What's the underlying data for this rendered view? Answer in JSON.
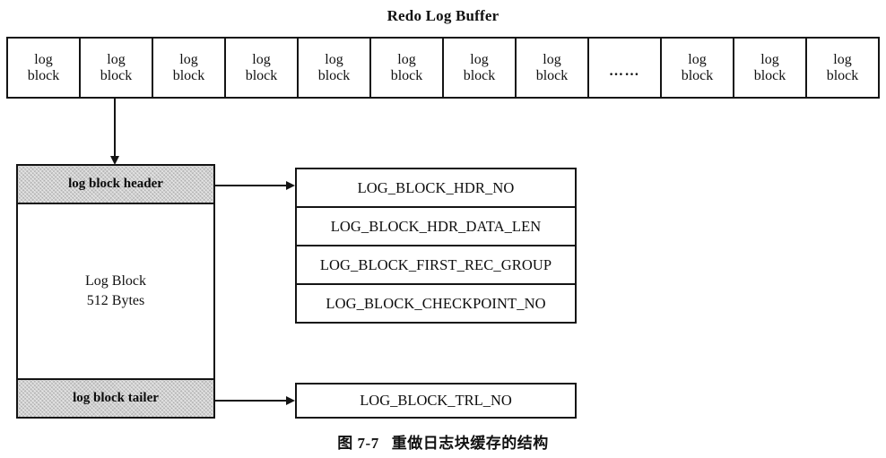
{
  "figure": {
    "title": "Redo Log Buffer",
    "caption_number": "图 7-7",
    "caption_text": "重做日志块缓存的结构"
  },
  "buffer": {
    "cells": [
      {
        "line1": "log",
        "line2": "block",
        "type": "block"
      },
      {
        "line1": "log",
        "line2": "block",
        "type": "block"
      },
      {
        "line1": "log",
        "line2": "block",
        "type": "block"
      },
      {
        "line1": "log",
        "line2": "block",
        "type": "block"
      },
      {
        "line1": "log",
        "line2": "block",
        "type": "block"
      },
      {
        "line1": "log",
        "line2": "block",
        "type": "block"
      },
      {
        "line1": "log",
        "line2": "block",
        "type": "block"
      },
      {
        "line1": "log",
        "line2": "block",
        "type": "block"
      },
      {
        "dots": "……",
        "type": "ellipsis"
      },
      {
        "line1": "log",
        "line2": "block",
        "type": "block"
      },
      {
        "line1": "log",
        "line2": "block",
        "type": "block"
      },
      {
        "line1": "log",
        "line2": "block",
        "type": "block"
      }
    ]
  },
  "log_block": {
    "header_label": "log block header",
    "tailer_label": "log block tailer",
    "body_line1": "Log Block",
    "body_line2": "512 Bytes"
  },
  "header_fields": [
    {
      "name": "LOG_BLOCK_HDR_NO"
    },
    {
      "name": "LOG_BLOCK_HDR_DATA_LEN"
    },
    {
      "name": "LOG_BLOCK_FIRST_REC_GROUP"
    },
    {
      "name": "LOG_BLOCK_CHECKPOINT_NO"
    }
  ],
  "tailer_field": {
    "name": "LOG_BLOCK_TRL_NO"
  },
  "colors": {
    "line": "#141414",
    "band_fill": "#cfcfcf",
    "page_background": "#ffffff",
    "text": "#111111"
  }
}
